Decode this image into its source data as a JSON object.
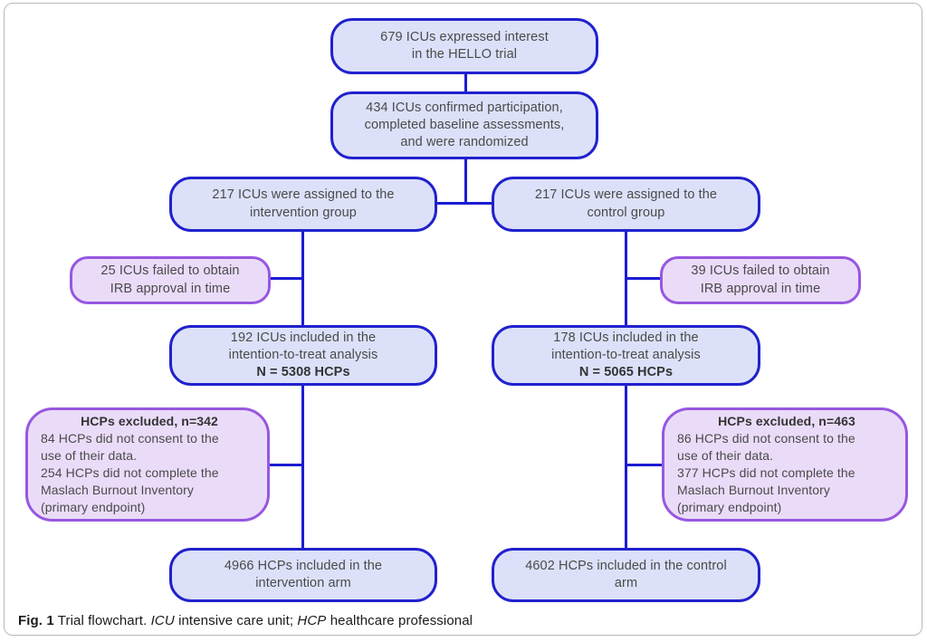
{
  "colors": {
    "blue_box_fill": "#dce1f9",
    "blue_box_border": "#2121cd",
    "purple_box_fill": "#eadcf9",
    "purple_box_border": "#9757e0",
    "connector": "#1c1cd2",
    "box_text": "#4a4a4a",
    "figure_frame": "#b9b9b9"
  },
  "nodes": {
    "interest": {
      "lines": [
        "679 ICUs expressed interest",
        "in the HELLO trial"
      ]
    },
    "confirmed": {
      "lines": [
        "434 ICUs confirmed participation,",
        "completed baseline assessments,",
        "and were randomized"
      ]
    },
    "assigned_intervention": {
      "lines": [
        "217 ICUs were assigned to the",
        "intervention group"
      ]
    },
    "assigned_control": {
      "lines": [
        "217 ICUs were assigned to the",
        "control group"
      ]
    },
    "irb_fail_intervention": {
      "lines": [
        "25 ICUs failed to obtain",
        "IRB approval in time"
      ]
    },
    "irb_fail_control": {
      "lines": [
        "39 ICUs failed to obtain",
        "IRB approval in time"
      ]
    },
    "itt_intervention": {
      "lines": [
        "192 ICUs included in the",
        "intention-to-treat analysis"
      ],
      "bold_line": "N = 5308 HCPs"
    },
    "itt_control": {
      "lines": [
        "178 ICUs included in the",
        "intention-to-treat analysis"
      ],
      "bold_line": "N = 5065 HCPs"
    },
    "excluded_intervention": {
      "title": "HCPs excluded, n=342",
      "lines": [
        "84 HCPs did not consent to the",
        "use of their data.",
        "254 HCPs did not complete the",
        "Maslach Burnout Inventory",
        "(primary endpoint)"
      ]
    },
    "excluded_control": {
      "title": "HCPs excluded, n=463",
      "lines": [
        "86 HCPs did not consent to the",
        "use of their data.",
        "377 HCPs did not complete the",
        "Maslach Burnout Inventory",
        "(primary endpoint)"
      ]
    },
    "final_intervention": {
      "lines": [
        "4966 HCPs included in the",
        "intervention arm"
      ]
    },
    "final_control": {
      "lines": [
        "4602 HCPs included in the control",
        "arm"
      ]
    }
  },
  "caption": {
    "label": "Fig. 1",
    "title": "Trial flowchart.",
    "abbr1": "ICU",
    "abbr1_def": "intensive care unit;",
    "abbr2": "HCP",
    "abbr2_def": "healthcare professional"
  }
}
